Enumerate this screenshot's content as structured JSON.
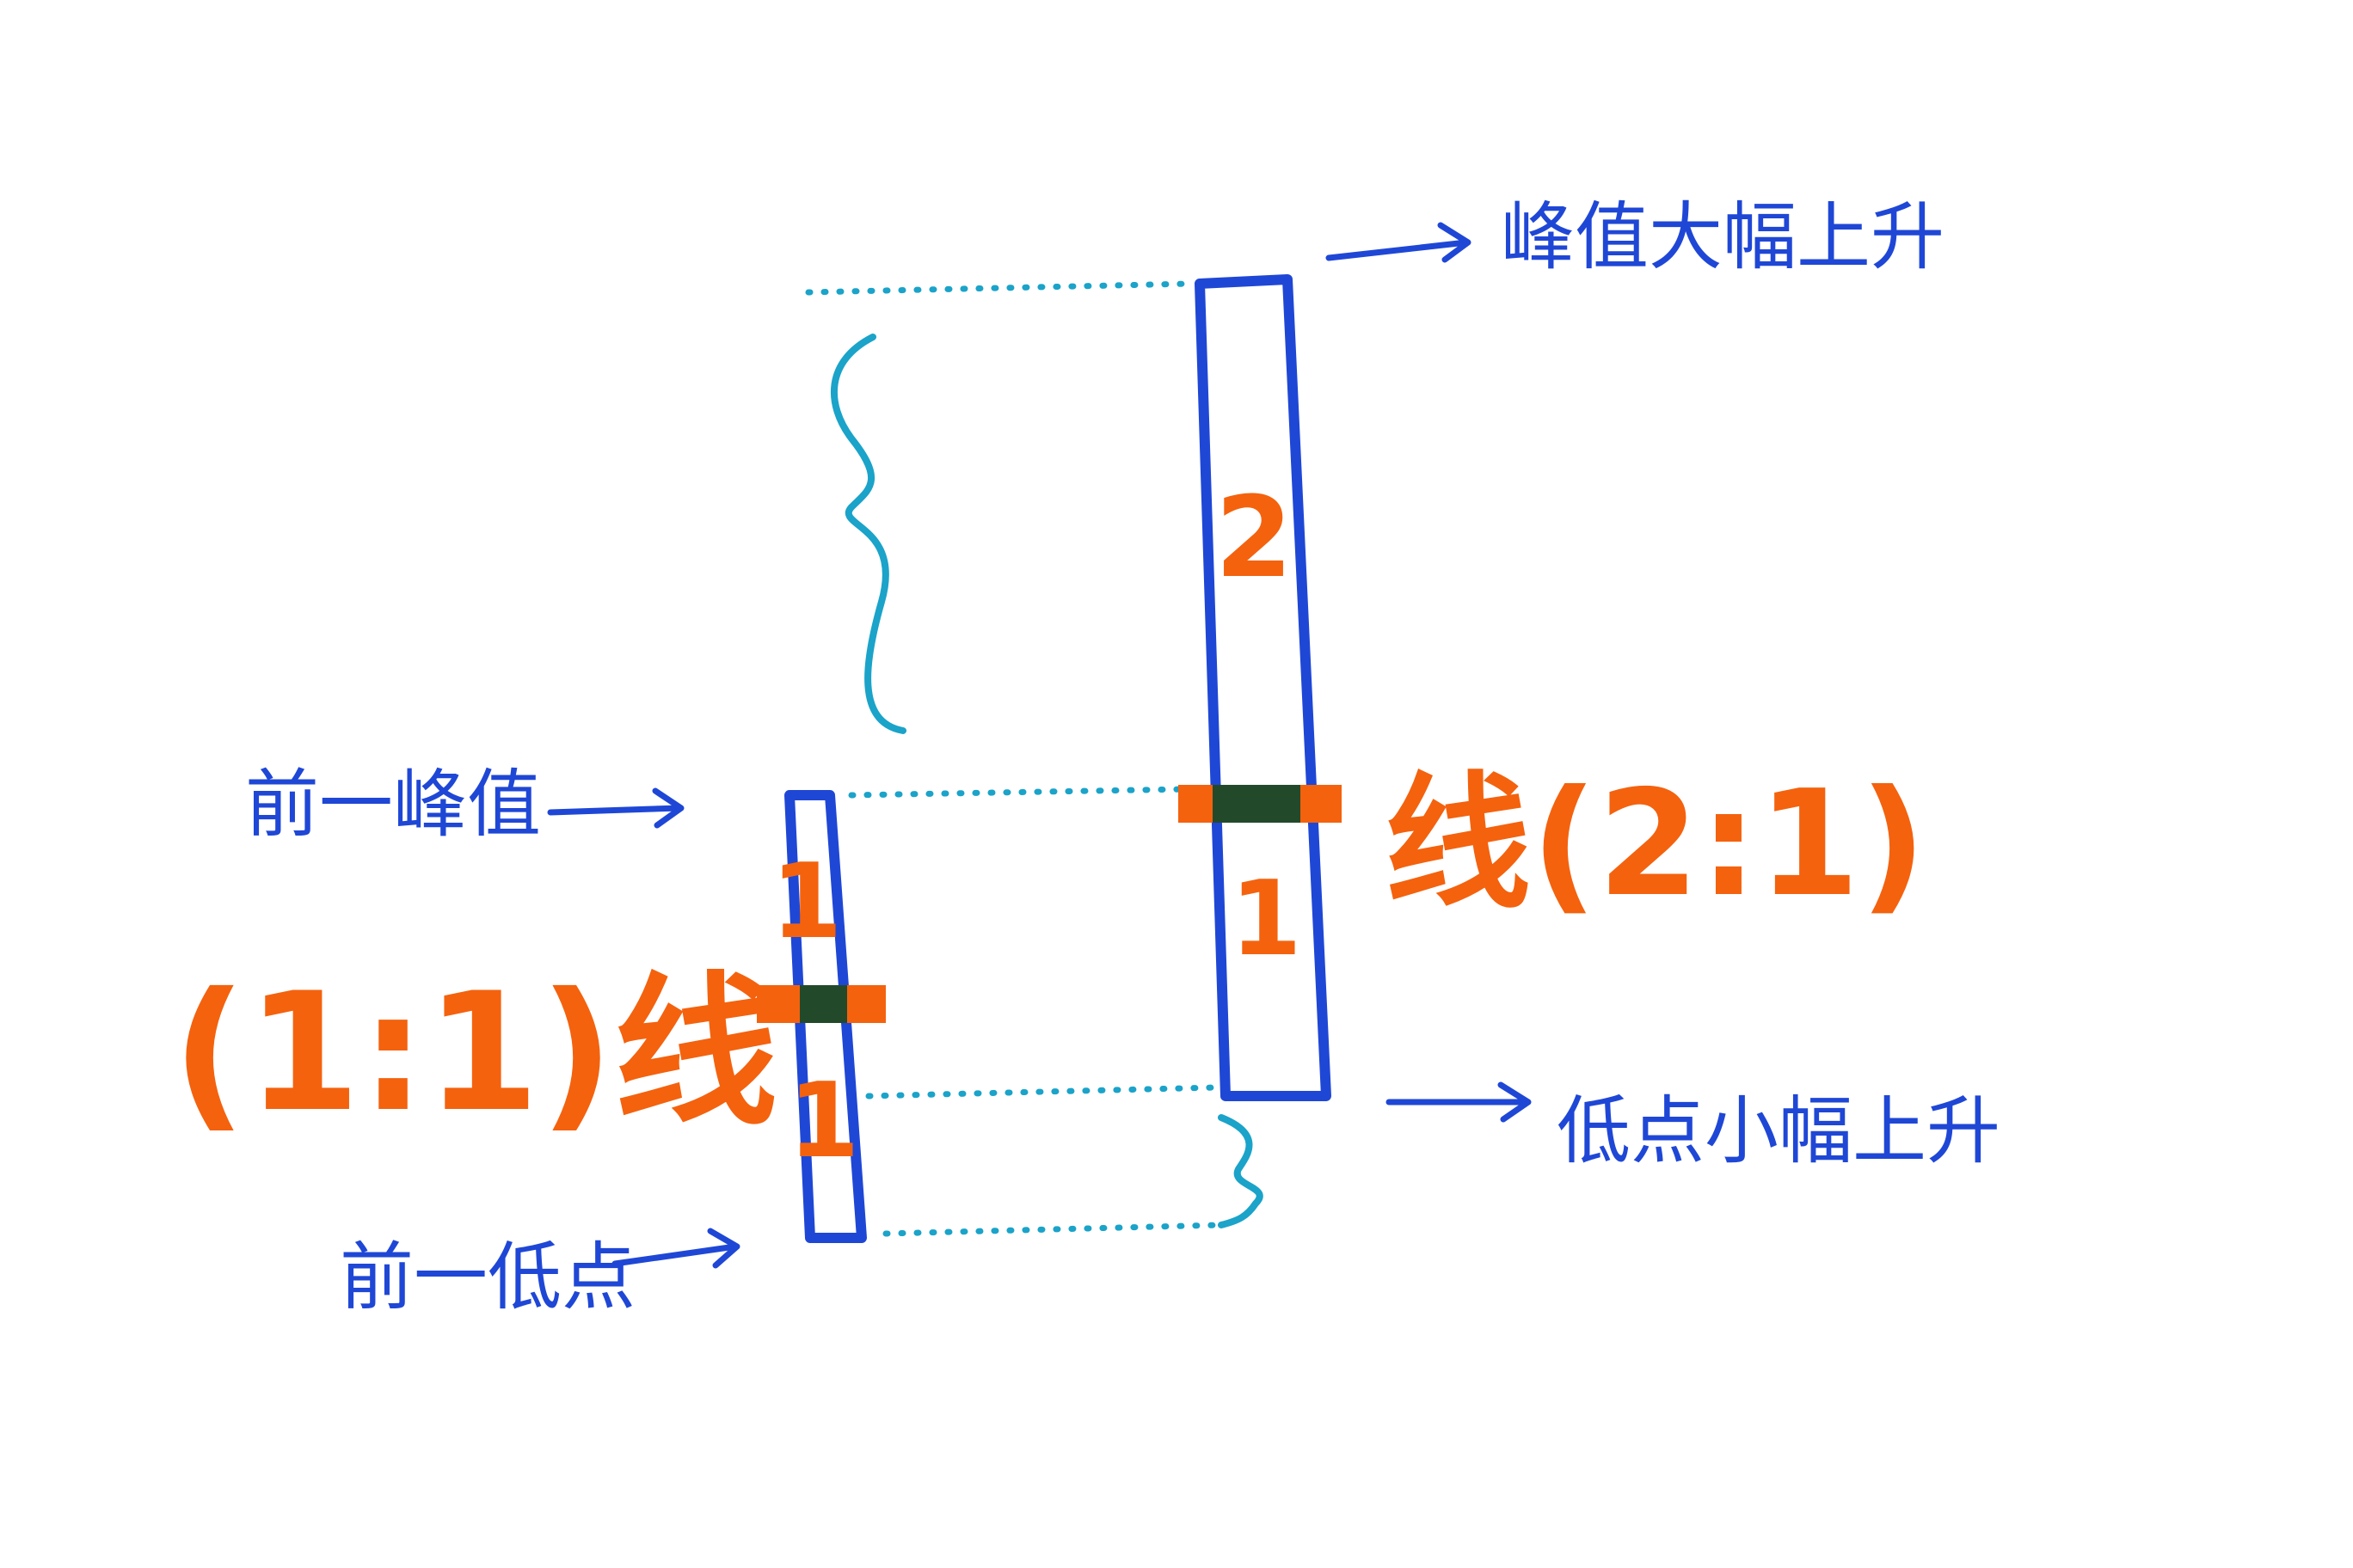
{
  "labels": {
    "peak_large_rise": "峰值大幅上升",
    "base_peak": "前一峰值",
    "base_low": "前一低点",
    "low_small_rise": "低点小幅上升"
  },
  "ratios": {
    "left": "(1:1)线",
    "right": "线(2:1)"
  },
  "bar_numbers": {
    "left_top": "1",
    "left_bottom": "1",
    "right_top": "2",
    "right_bottom": "1"
  },
  "colors": {
    "bar_outline": "#1f47d6",
    "annotation": "#1f47d6",
    "midline": "#f4620e",
    "guide_lines": "#1ba3c9"
  }
}
